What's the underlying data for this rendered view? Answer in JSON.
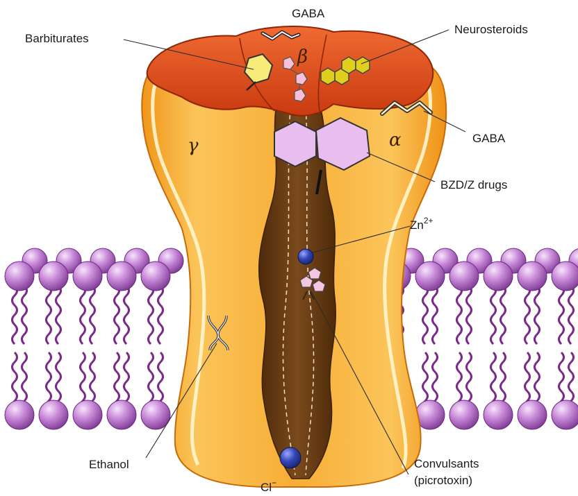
{
  "labels": {
    "gaba_top": "GABA",
    "barbiturates": "Barbiturates",
    "neurosteroids": "Neurosteroids",
    "gaba_right": "GABA",
    "bzd": "BZD/Z drugs",
    "zn_base": "Zn",
    "zn_sup": "2+",
    "ethanol": "Ethanol",
    "convulsants_line1": "Convulsants",
    "convulsants_line2": "(picrotoxin)",
    "cl_base": "Cl",
    "cl_sup": "−"
  },
  "subunits": {
    "beta": "β",
    "gamma": "γ",
    "alpha": "α"
  },
  "colors": {
    "channel_orange": "#f5a623",
    "channel_yellow": "#fcd36a",
    "cap_red": "#d94418",
    "pore_brown": "#6b3d14",
    "lipid_purple": "#b86fd0",
    "lipid_tail": "#7a2a8a",
    "benzo_pink": "#e8b8ea",
    "ion_blue": "#2c3fa8",
    "neurosteroid_yellow": "#d6c51a"
  }
}
